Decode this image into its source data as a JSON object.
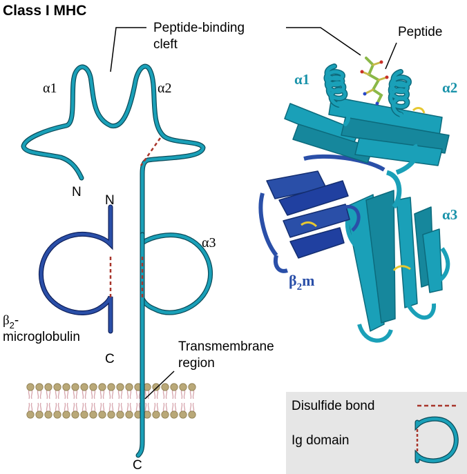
{
  "title": "Class I MHC",
  "schematic": {
    "cleft_label_line1": "Peptide-binding",
    "cleft_label_line2": "cleft",
    "alpha1": "α1",
    "alpha2": "α2",
    "alpha3": "α3",
    "n_terminus_heavy": "N",
    "n_terminus_b2m": "N",
    "c_terminus_b2m": "C",
    "c_terminus_heavy": "C",
    "b2m_label_line1": "β",
    "b2m_label_sub": "2",
    "b2m_label_dash": "-",
    "b2m_label_line2": "microglobulin",
    "tm_label_line1": "Transmembrane",
    "tm_label_line2": "region"
  },
  "structure": {
    "peptide": "Peptide",
    "alpha1": "α1",
    "alpha2": "α2",
    "alpha3": "α3",
    "b2m_beta": "β",
    "b2m_sub": "2",
    "b2m_m": "m"
  },
  "legend": {
    "disulfide": "Disulfide bond",
    "ig_domain": "Ig domain"
  },
  "colors": {
    "heavy_chain": "#1aa0b8",
    "b2m": "#2a4fa8",
    "disulfide": "#a8342a",
    "membrane_head": "#b9a878",
    "membrane_tail": "#d8a8b0",
    "legend_bg": "#e6e6e6"
  }
}
